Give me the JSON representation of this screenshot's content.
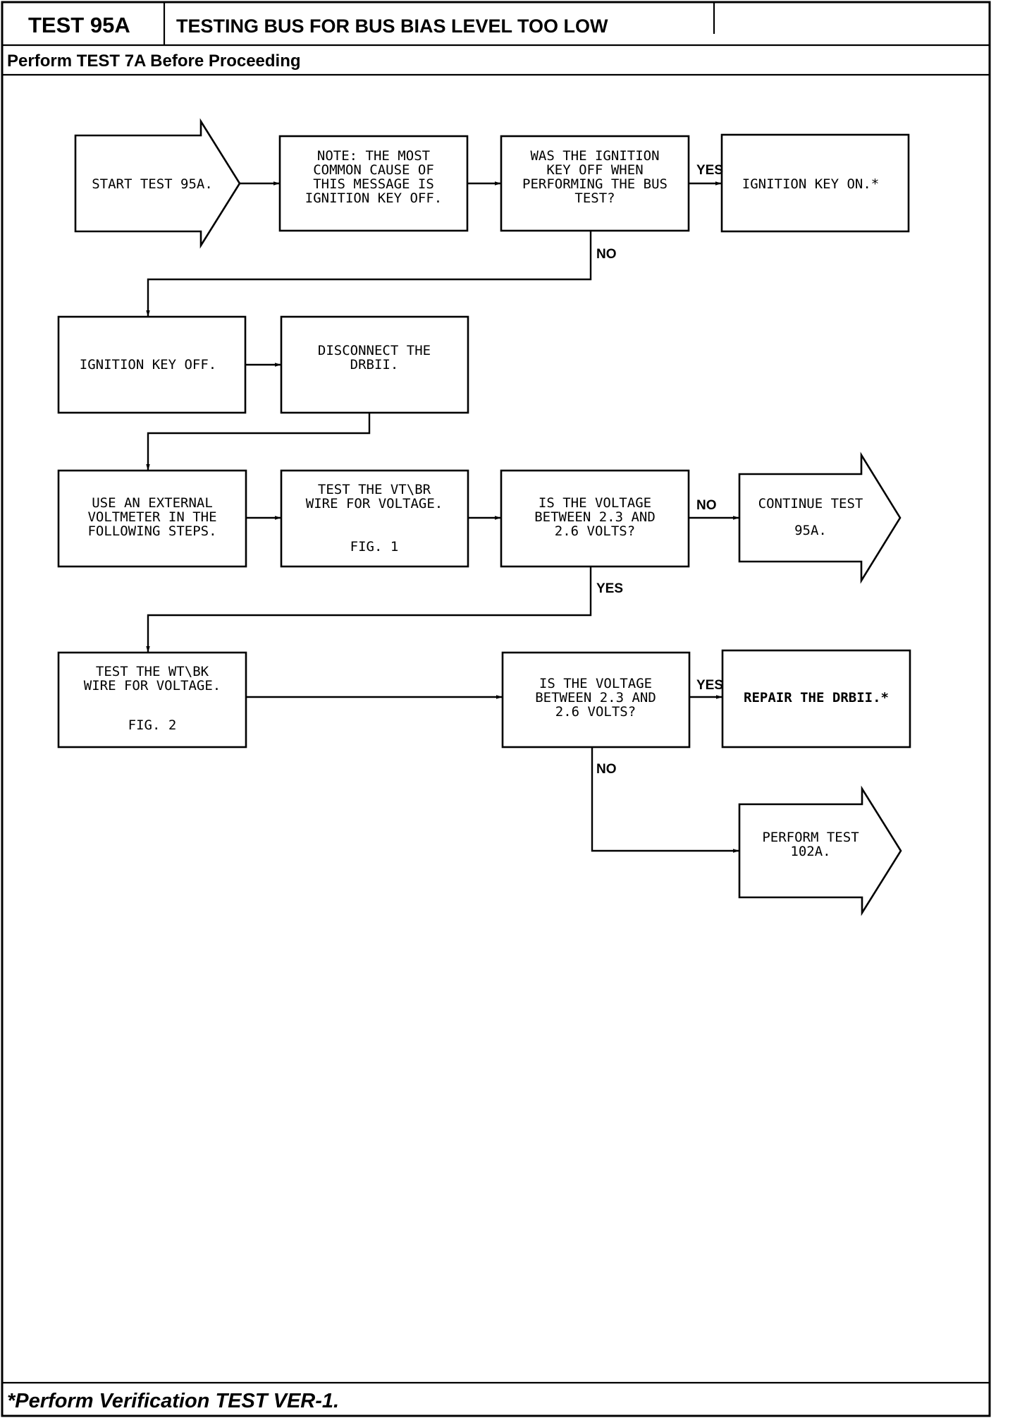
{
  "header": {
    "test_id": "TEST 95A",
    "title": "TESTING BUS FOR BUS BIAS LEVEL TOO LOW",
    "prerequisite": "Perform TEST 7A Before Proceeding"
  },
  "footer": {
    "note": "*Perform Verification TEST VER-1."
  },
  "flow": {
    "start": [
      "START TEST 95A."
    ],
    "note": [
      "NOTE: THE MOST",
      "COMMON CAUSE OF",
      "THIS MESSAGE IS",
      "IGNITION KEY OFF."
    ],
    "q_key_off": [
      "WAS THE IGNITION",
      "KEY OFF WHEN",
      "PERFORMING THE BUS",
      "TEST?"
    ],
    "key_on": [
      "IGNITION KEY ON.*"
    ],
    "key_off": [
      "IGNITION KEY OFF."
    ],
    "disconnect": [
      "DISCONNECT THE",
      "DRBII."
    ],
    "voltmeter": [
      "USE AN EXTERNAL",
      "VOLTMETER IN THE",
      "FOLLOWING STEPS."
    ],
    "test_vt_br": [
      "TEST THE VT\\BR",
      "WIRE FOR VOLTAGE."
    ],
    "fig1": "FIG. 1",
    "q_voltage_1": [
      "IS THE VOLTAGE",
      "BETWEEN 2.3 AND",
      "2.6 VOLTS?"
    ],
    "continue": [
      "CONTINUE TEST",
      "95A."
    ],
    "test_wt_bk": [
      "TEST THE WT\\BK",
      "WIRE FOR VOLTAGE."
    ],
    "fig2": "FIG. 2",
    "q_voltage_2": [
      "IS THE VOLTAGE",
      "BETWEEN 2.3 AND",
      "2.6 VOLTS?"
    ],
    "repair": [
      "REPAIR THE DRBII.*"
    ],
    "perform_102a": [
      "PERFORM TEST",
      "102A."
    ]
  },
  "labels": {
    "yes_1": "YES",
    "no_1": "NO",
    "no_2": "NO",
    "yes_2": "YES",
    "yes_3": "YES",
    "no_3": "NO"
  }
}
